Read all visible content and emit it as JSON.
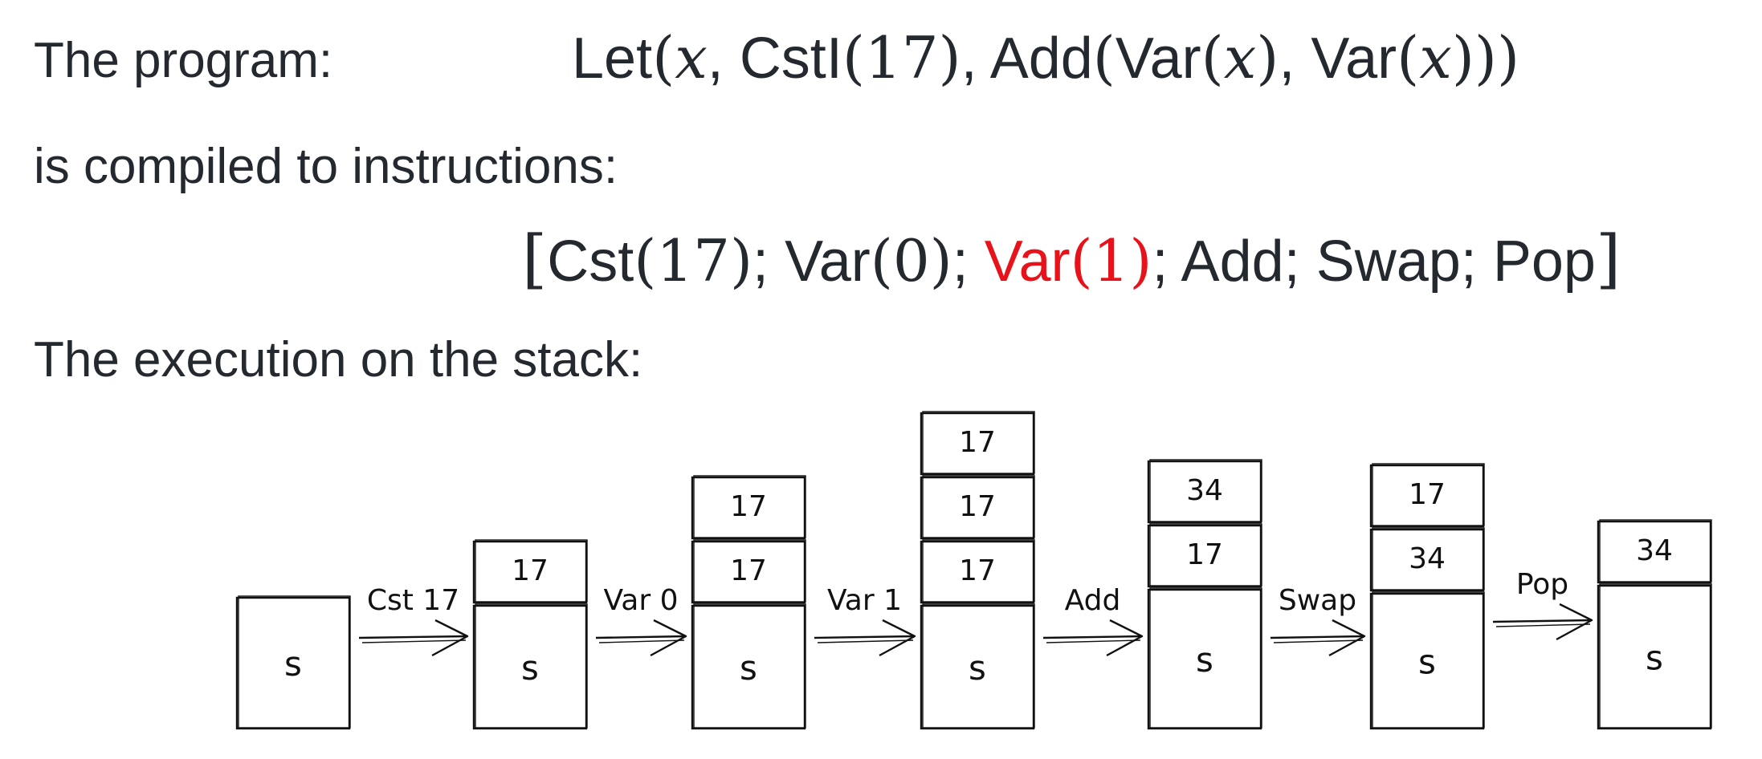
{
  "text": {
    "program_label": "The program:",
    "compiled_label": "is compiled to instructions:",
    "execution_label": "The execution on the stack:"
  },
  "program_expr": {
    "let": "Let",
    "var_name": "x",
    "csti": "CstI",
    "const_value": "17",
    "add": "Add",
    "var": "Var"
  },
  "instructions": {
    "cst": "Cst",
    "cst_value": "17",
    "var": "Var",
    "var0_index": "0",
    "var1_index": "1",
    "add": "Add",
    "swap": "Swap",
    "pop": "Pop",
    "separator": ";",
    "highlight_color": "#e8121a"
  },
  "diagram": {
    "base_label": "s",
    "stacks": [
      {
        "items": []
      },
      {
        "items": [
          "17"
        ]
      },
      {
        "items": [
          "17",
          "17"
        ]
      },
      {
        "items": [
          "17",
          "17",
          "17"
        ]
      },
      {
        "items": [
          "34",
          "17"
        ]
      },
      {
        "items": [
          "17",
          "34"
        ]
      },
      {
        "items": [
          "34"
        ]
      }
    ],
    "transitions": [
      "Cst 17",
      "Var 0",
      "Var 1",
      "Add",
      "Swap",
      "Pop"
    ]
  }
}
